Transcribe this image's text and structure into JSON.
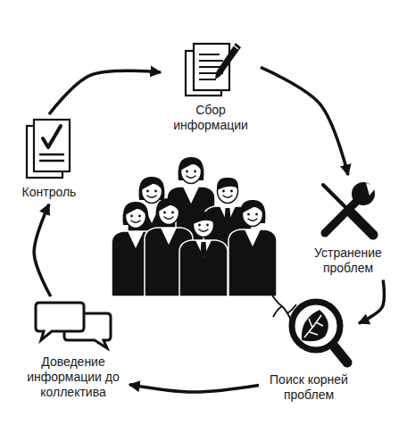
{
  "diagram": {
    "nodes": [
      {
        "text": [
          "Сбор информации"
        ]
      },
      {
        "text": [
          "Контроль"
        ]
      },
      {
        "text": [
          "Устранение проблем"
        ]
      },
      {
        "text": [
          "Доведение информации до коллектива"
        ]
      },
      {
        "text": [
          "Поиск корней проблем"
        ]
      }
    ],
    "edges": [
      {
        "from": 0,
        "to": 2,
        "arrow": "to"
      },
      {
        "from": 2,
        "to": 4,
        "arrow": "to"
      },
      {
        "from": 4,
        "to": 3,
        "arrow": "to"
      },
      {
        "from": 3,
        "to": 1,
        "arrow": "to"
      },
      {
        "from": 1,
        "to": 0,
        "arrow": "to"
      }
    ]
  }
}
